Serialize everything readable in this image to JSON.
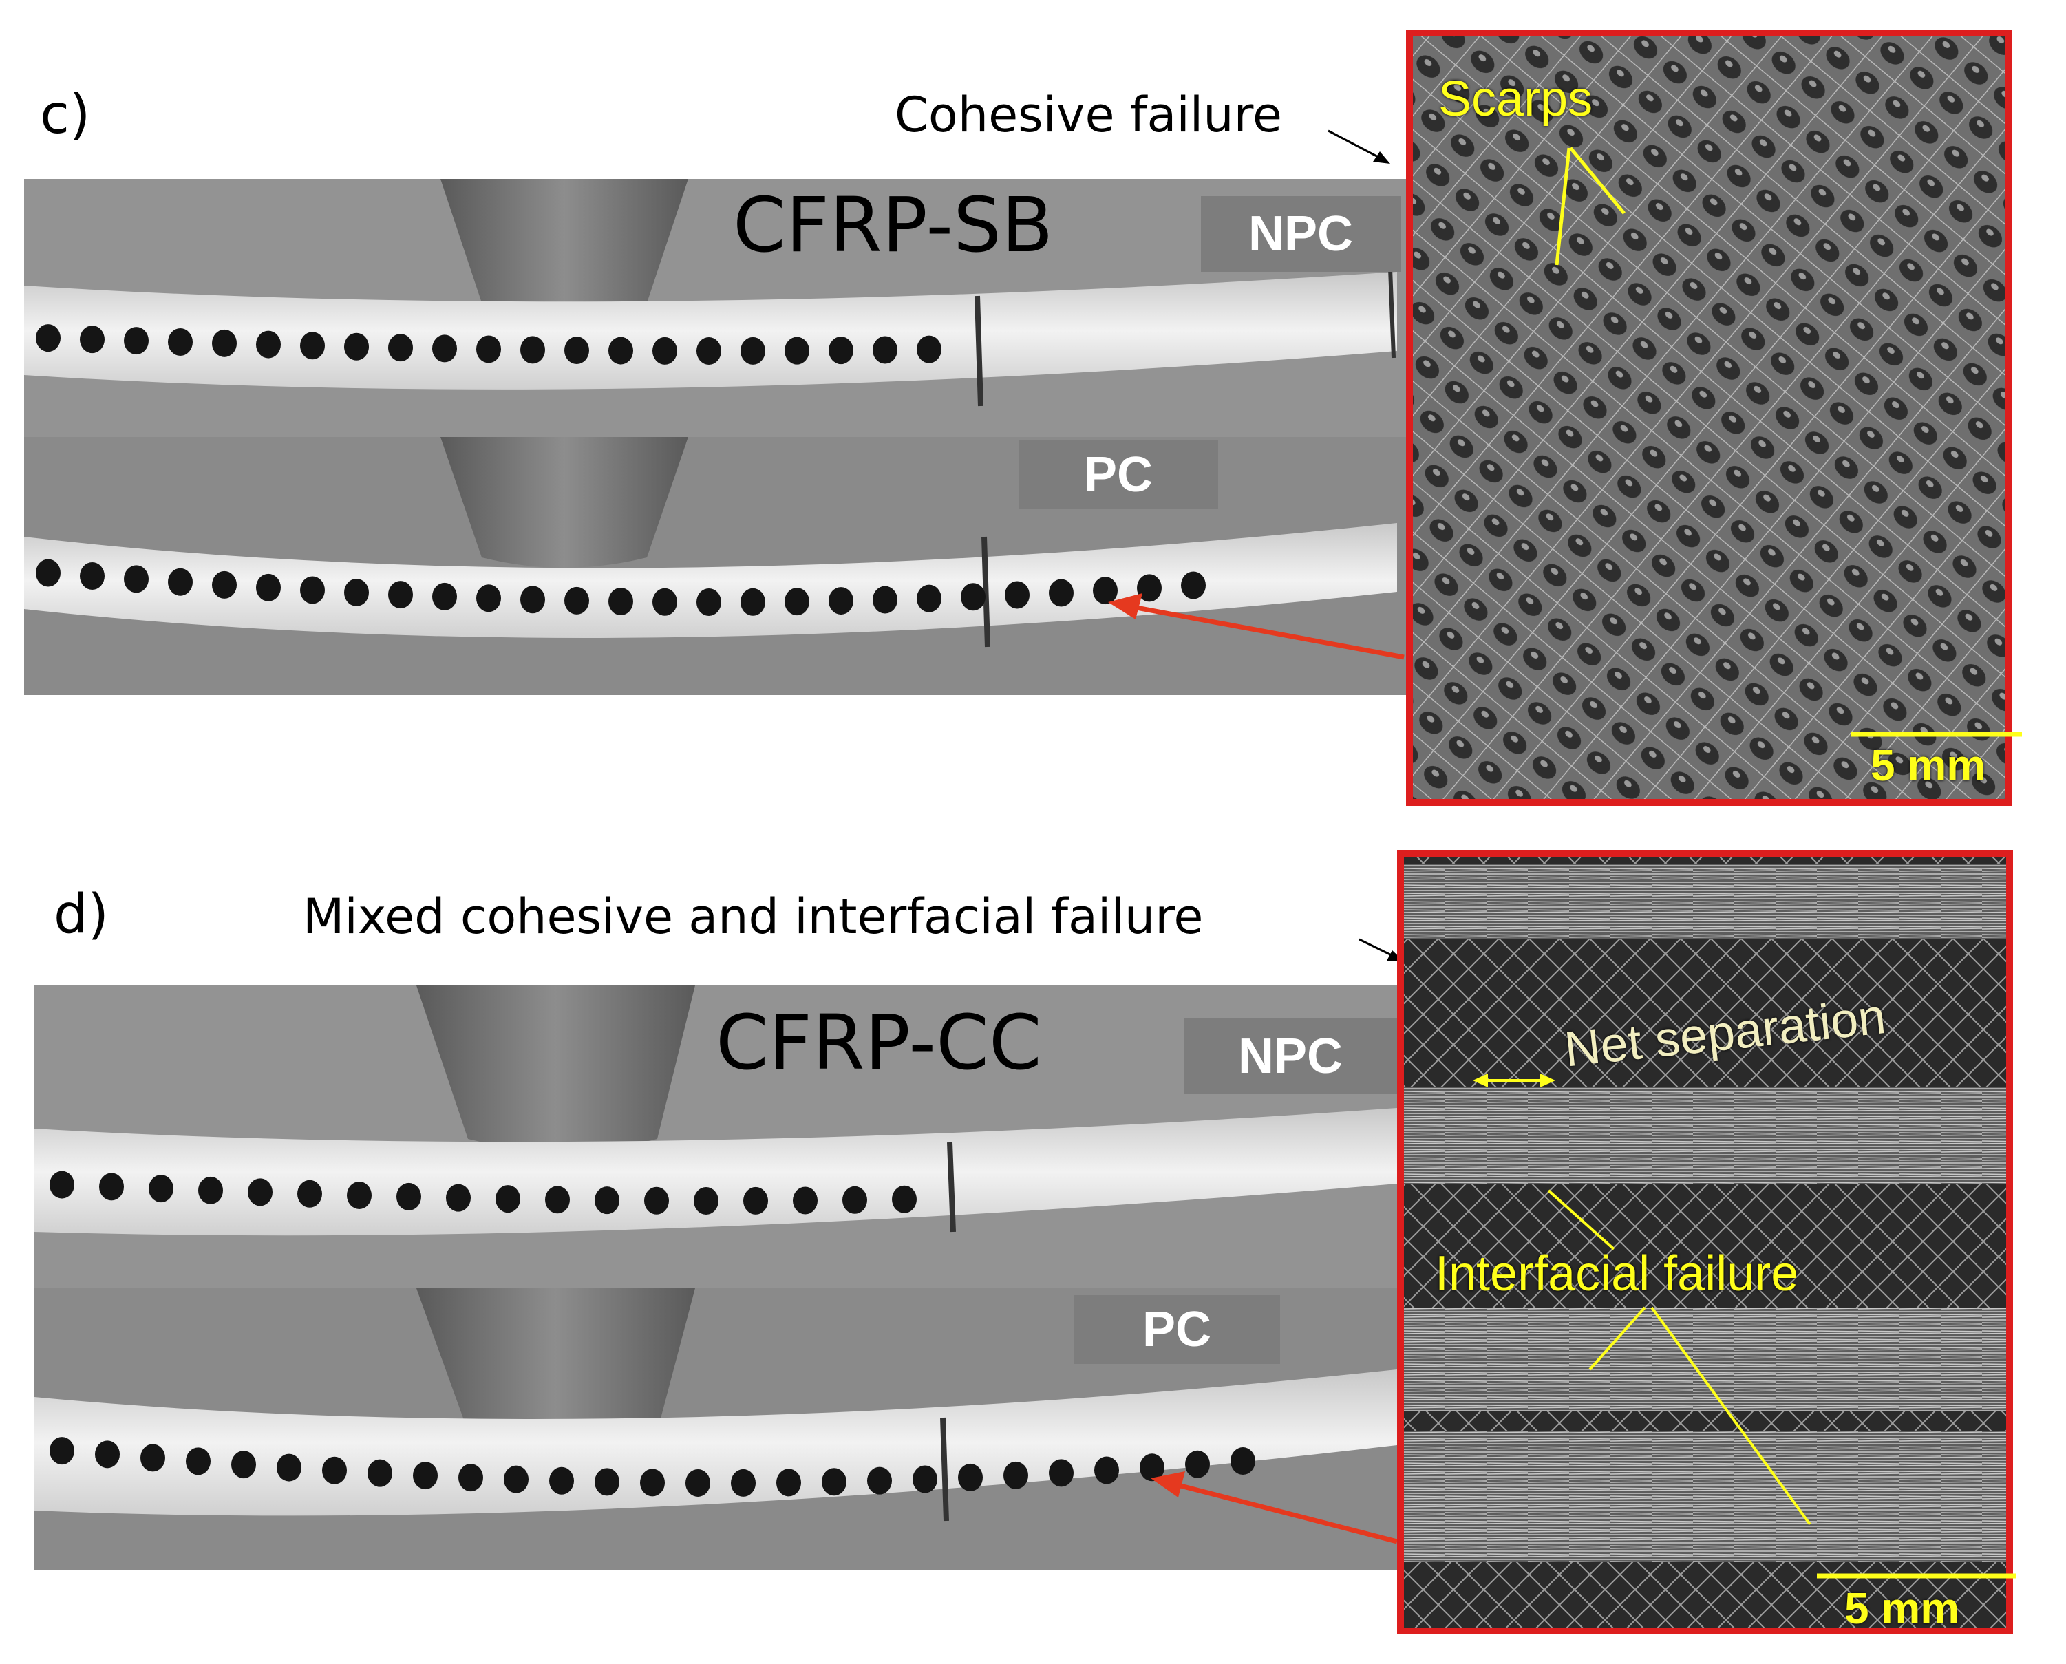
{
  "panel_c": {
    "letter": "c)",
    "caption": "Cohesive failure",
    "specimen": "CFRP-SB",
    "tag_top": "NPC",
    "tag_bottom": "PC",
    "annotation": "Scarps",
    "scale": "5 mm"
  },
  "panel_d": {
    "letter": "d)",
    "caption": "Mixed cohesive and interfacial failure",
    "specimen": "CFRP-CC",
    "tag_top": "NPC",
    "tag_bottom": "PC",
    "annotation_net": "Net separation",
    "annotation_interfacial": "Interfacial failure",
    "scale": "5 mm"
  },
  "colors": {
    "frame": "#dd1e1e",
    "arrow": "#e5391f",
    "annotation": "#ffff1a",
    "backdrop": "#8a8a8a"
  }
}
